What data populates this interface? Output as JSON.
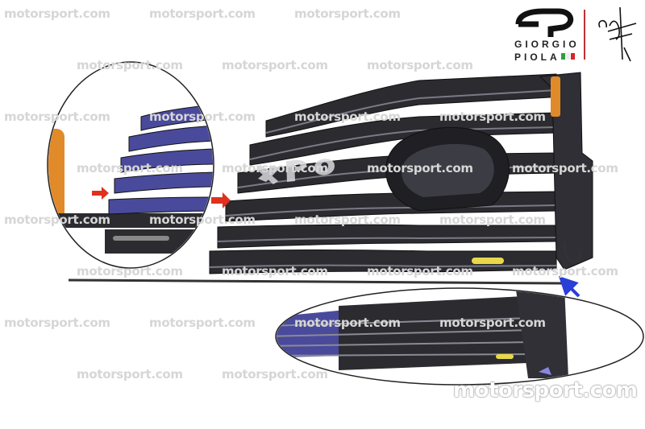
{
  "watermark": {
    "text": "motorsport.com"
  },
  "logo": {
    "line1": "GIORGIO",
    "line2": "PIOLA",
    "flag_colors": [
      "#2e9e3e",
      "#ffffff",
      "#d8232a"
    ]
  },
  "colors": {
    "wing": "#2b2b30",
    "flap_highlight": "#6c6c78",
    "inset_wing": "#4a4a9c",
    "red_arrow": "#e0301e",
    "blue_arrow": "#2a3fd8",
    "orange": "#e08a2a",
    "yellow": "#e8d84a"
  }
}
